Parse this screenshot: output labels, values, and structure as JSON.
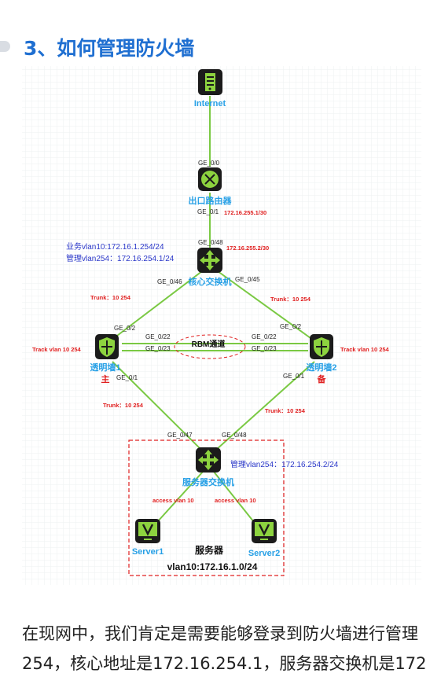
{
  "page": {
    "title": "3、如何管理防火墙",
    "paragraph_lines": [
      "在现网中，我们肯定是需要能够登录到防火墙进行管理",
      "254，核心地址是172.16.254.1，服务器交换机是172"
    ]
  },
  "diagram": {
    "nodes": {
      "internet": "Internet",
      "router": "出口路由器",
      "core": "核心交换机",
      "fw1": "透明墙1",
      "fw1_role": "主",
      "fw2": "透明墙2",
      "fw2_role": "备",
      "server_switch": "服务器交换机",
      "server1": "Server1",
      "server2": "Server2"
    },
    "ports": {
      "router_top": "GE_0/0",
      "router_bottom": "GE_0/1",
      "core_top": "GE_0/48",
      "core_left": "GE_0/46",
      "core_right": "GE_0/45",
      "fw1_up": "GE_0/2",
      "fw1_rbm1": "GE_0/22",
      "fw1_rbm2": "GE_0/23",
      "fw1_down": "GE_0/1",
      "fw2_up": "GE_0/2",
      "fw2_rbm1": "GE_0/22",
      "fw2_rbm2": "GE_0/23",
      "fw2_down": "GE_0/1",
      "sw_left": "GE_0/47",
      "sw_right": "GE_0/48"
    },
    "ips": {
      "router_link": "172.16.255.1/30",
      "core_link": "172.16.255.2/30"
    },
    "vlan_labels": {
      "core_business": "业务vlan10:172.16.1.254/24",
      "core_mgmt": "管理vlan254：172.16.254.1/24",
      "sw_mgmt": "管理vlan254：172.16.254.2/24"
    },
    "trunk_labels": {
      "core_fw1": "Trunk：10  254",
      "core_fw2": "Trunk：10 254",
      "fw1_sw": "Trunk：10 254",
      "fw2_sw": "Trunk：10 254"
    },
    "track_labels": {
      "fw1": "Track vlan 10 254",
      "fw2": "Track vlan 10 254"
    },
    "access_labels": {
      "server1": "access vlan 10",
      "server2": "access vlan 10"
    },
    "rbm": "RBM通道",
    "server_zone": {
      "title": "服务器",
      "subnet": "vlan10:172.16.1.0/24"
    },
    "colors": {
      "link": "#7ac943",
      "icon_bg": "#1b1b1b",
      "icon_fg": "#8dd33f",
      "label_blue": "#27a0e6",
      "vlan_blue": "#2b38c9",
      "annot_red": "#e02020",
      "title_blue": "#1f6fd1"
    }
  }
}
